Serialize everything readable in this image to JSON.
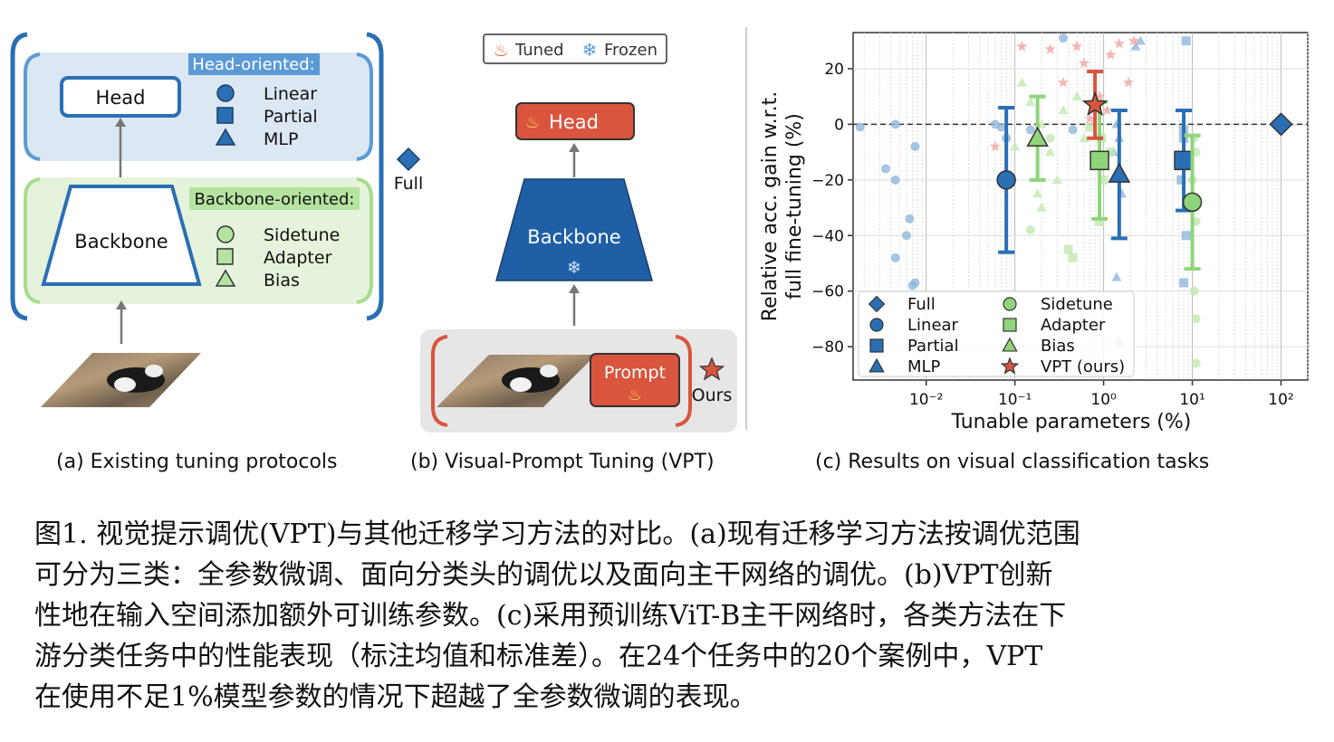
{
  "panel_a": {
    "head_label": "Head",
    "backbone_label": "Backbone",
    "head_group_title": "Head-oriented:",
    "backbone_group_title": "Backbone-oriented:",
    "head_methods": [
      "Linear",
      "Partial",
      "MLP"
    ],
    "backbone_methods": [
      "Sidetune",
      "Adapter",
      "Bias"
    ],
    "full_label": "Full",
    "caption": "(a)  Existing tuning protocols"
  },
  "panel_b": {
    "legend_tuned": "Tuned",
    "legend_frozen": "Frozen",
    "head_label": "Head",
    "backbone_label": "Backbone",
    "prompt_label": "Prompt",
    "ours_label": "Ours",
    "caption": "(b) Visual-Prompt Tuning (VPT)"
  },
  "panel_c": {
    "caption": "(c) Results on visual classification tasks"
  },
  "colors": {
    "blue": "#2a6fb4",
    "blue_light": "#5b9bd5",
    "green": "#8fd47a",
    "green_light": "#b5e3a0",
    "red": "#d9553d",
    "pink": "#f0a5a0"
  },
  "chart_data": {
    "type": "scatter",
    "xlabel": "Tunable parameters (%)",
    "ylabel": "Relative acc. gain w.r.t.\nfull fine-tuning (%)",
    "xscale": "log",
    "xlim": [
      0.0015,
      200
    ],
    "ylim": [
      -92,
      33
    ],
    "xticks": [
      0.01,
      0.1,
      1,
      10,
      100
    ],
    "xtick_labels": [
      "10⁻²",
      "10⁻¹",
      "10⁰",
      "10¹",
      "10²"
    ],
    "yticks": [
      20,
      0,
      -20,
      -40,
      -60,
      -80
    ],
    "ytick_labels": [
      "20",
      "0",
      "−20",
      "−40",
      "−60",
      "−80"
    ],
    "reference_line": 0,
    "grid": true,
    "legend_position": "bottom-left",
    "series": [
      {
        "name": "Full",
        "marker": "diamond",
        "color": "#2a6fb4",
        "mean": {
          "x": 100,
          "y": 0
        }
      },
      {
        "name": "Linear",
        "marker": "circle",
        "color": "#2a6fb4",
        "mean": {
          "x": 0.08,
          "y": -20,
          "std": 26
        },
        "points": [
          [
            0.0018,
            -1
          ],
          [
            0.0045,
            0
          ],
          [
            0.0035,
            -16
          ],
          [
            0.0045,
            -20
          ],
          [
            0.0075,
            -8
          ],
          [
            0.0065,
            -34
          ],
          [
            0.006,
            -40
          ],
          [
            0.0045,
            -48
          ],
          [
            0.0075,
            -57
          ],
          [
            0.007,
            -58
          ],
          [
            0.06,
            0
          ],
          [
            0.07,
            -1
          ],
          [
            0.08,
            -18
          ],
          [
            0.08,
            -5
          ],
          [
            0.15,
            -2
          ],
          [
            0.35,
            31
          ],
          [
            0.45,
            -2
          ]
        ]
      },
      {
        "name": "Partial",
        "marker": "square",
        "color": "#2a6fb4",
        "mean": {
          "x": 8,
          "y": -13,
          "std": 18
        },
        "points": [
          [
            8.5,
            30
          ],
          [
            8,
            -5
          ],
          [
            7.5,
            -20
          ],
          [
            8.5,
            -40
          ],
          [
            8,
            -57
          ],
          [
            8,
            -2
          ]
        ]
      },
      {
        "name": "MLP",
        "marker": "triangle",
        "color": "#2a6fb4",
        "mean": {
          "x": 1.5,
          "y": -18,
          "std": 23
        },
        "points": [
          [
            1.4,
            0
          ],
          [
            1.5,
            -5
          ],
          [
            1.6,
            -25
          ],
          [
            1.4,
            -55
          ],
          [
            1.5,
            -78
          ],
          [
            2.3,
            28
          ],
          [
            2.6,
            30
          ],
          [
            1.3,
            -10
          ]
        ]
      },
      {
        "name": "Sidetune",
        "marker": "circle",
        "color": "#8fd47a",
        "mean": {
          "x": 10,
          "y": -28,
          "std": 24
        },
        "points": [
          [
            10.5,
            -5
          ],
          [
            11,
            -10
          ],
          [
            10,
            -20
          ],
          [
            11,
            -35
          ],
          [
            10.5,
            -60
          ],
          [
            11,
            -70
          ],
          [
            11,
            -86
          ],
          [
            0.15,
            -38
          ],
          [
            0.25,
            -5
          ]
        ]
      },
      {
        "name": "Adapter",
        "marker": "square",
        "color": "#8fd47a",
        "mean": {
          "x": 0.9,
          "y": -13,
          "std": 21
        },
        "points": [
          [
            0.95,
            -5
          ],
          [
            1.0,
            -20
          ],
          [
            0.9,
            -35
          ],
          [
            0.4,
            -45
          ],
          [
            0.45,
            -48
          ],
          [
            1.2,
            -10
          ],
          [
            0.7,
            -1
          ]
        ]
      },
      {
        "name": "Bias",
        "marker": "triangle",
        "color": "#8fd47a",
        "mean": {
          "x": 0.18,
          "y": -5,
          "std": 15
        },
        "points": [
          [
            0.12,
            15
          ],
          [
            0.15,
            8
          ],
          [
            0.2,
            0
          ],
          [
            0.25,
            -10
          ],
          [
            0.3,
            -20
          ],
          [
            0.2,
            -30
          ],
          [
            0.1,
            -8
          ],
          [
            0.18,
            -25
          ],
          [
            0.35,
            5
          ],
          [
            0.5,
            10
          ],
          [
            0.6,
            -5
          ]
        ]
      },
      {
        "name": "VPT (ours)",
        "marker": "star",
        "color": "#d9553d",
        "mean": {
          "x": 0.8,
          "y": 7,
          "std": 12
        },
        "points": [
          [
            0.12,
            28
          ],
          [
            0.25,
            27
          ],
          [
            0.35,
            15
          ],
          [
            0.5,
            28
          ],
          [
            0.6,
            22
          ],
          [
            0.9,
            10
          ],
          [
            1.2,
            25
          ],
          [
            1.5,
            29
          ],
          [
            2.2,
            30
          ],
          [
            0.7,
            2
          ],
          [
            1.1,
            5
          ],
          [
            0.06,
            -8
          ],
          [
            1.9,
            15
          ]
        ]
      }
    ]
  },
  "caption_lines": [
    "图1. 视觉提示调优(VPT)与其他迁移学习方法的对比。(a)现有迁移学习方法按调优范围",
    "可分为三类：全参数微调、面向分类头的调优以及面向主干网络的调优。(b)VPT创新",
    "性地在输入空间添加额外可训练参数。(c)采用预训练ViT-B主干网络时，各类方法在下",
    "游分类任务中的性能表现（标注均值和标准差）。在24个任务中的20个案例中，VPT",
    "在使用不足1%模型参数的情况下超越了全参数微调的表现。"
  ]
}
